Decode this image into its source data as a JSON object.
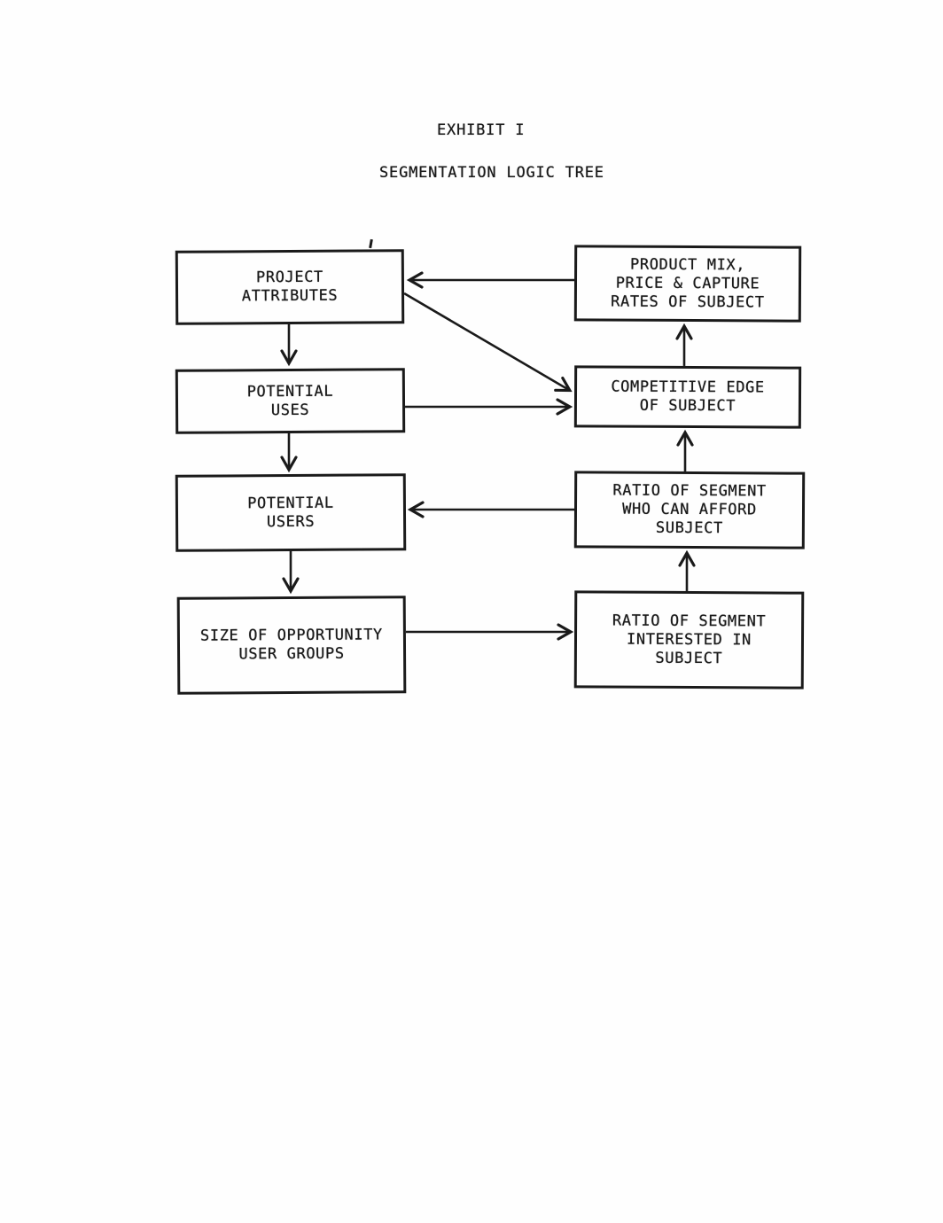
{
  "page": {
    "exhibit_label": "EXHIBIT I",
    "title": "SEGMENTATION LOGIC TREE"
  },
  "colors": {
    "ink": "#1a1a1a",
    "paper": "#fefefe"
  },
  "nodes": {
    "project_attributes": {
      "label": "PROJECT\nATTRIBUTES"
    },
    "product_mix": {
      "label": "PRODUCT MIX,\nPRICE & CAPTURE\nRATES OF SUBJECT"
    },
    "potential_uses": {
      "label": "POTENTIAL\nUSES"
    },
    "competitive_edge": {
      "label": "COMPETITIVE EDGE\nOF SUBJECT"
    },
    "potential_users": {
      "label": "POTENTIAL\nUSERS"
    },
    "ratio_can_afford": {
      "label": "RATIO OF SEGMENT\nWHO CAN AFFORD\nSUBJECT"
    },
    "size_of_opportunity": {
      "label": "SIZE OF OPPORTUNITY\nUSER GROUPS"
    },
    "ratio_interested": {
      "label": "RATIO OF SEGMENT\nINTERESTED IN\nSUBJECT"
    }
  },
  "edges": [
    {
      "from": "product_mix",
      "to": "project_attributes",
      "style": "horizontal-left"
    },
    {
      "from": "project_attributes",
      "to": "competitive_edge",
      "style": "diagonal-down-right"
    },
    {
      "from": "project_attributes",
      "to": "potential_uses",
      "style": "vertical-down"
    },
    {
      "from": "potential_uses",
      "to": "competitive_edge",
      "style": "horizontal-right"
    },
    {
      "from": "potential_uses",
      "to": "potential_users",
      "style": "vertical-down"
    },
    {
      "from": "ratio_can_afford",
      "to": "potential_users",
      "style": "horizontal-left"
    },
    {
      "from": "potential_users",
      "to": "size_of_opportunity",
      "style": "vertical-down"
    },
    {
      "from": "size_of_opportunity",
      "to": "ratio_interested",
      "style": "horizontal-right"
    },
    {
      "from": "ratio_interested",
      "to": "ratio_can_afford",
      "style": "vertical-up"
    },
    {
      "from": "ratio_can_afford",
      "to": "competitive_edge",
      "style": "vertical-up"
    },
    {
      "from": "competitive_edge",
      "to": "product_mix",
      "style": "vertical-up"
    }
  ]
}
